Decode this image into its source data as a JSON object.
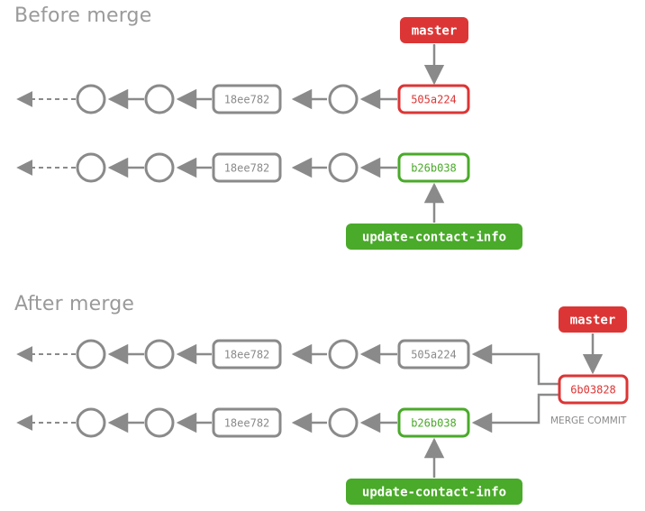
{
  "before": {
    "title": "Before merge",
    "master_label": "master",
    "row1_commit_a": "18ee782",
    "row1_head": "505a224",
    "row2_commit_a": "18ee782",
    "row2_head": "b26b038",
    "branch_label": "update-contact-info"
  },
  "after": {
    "title": "After merge",
    "master_label": "master",
    "row1_commit_a": "18ee782",
    "row1_commit_b": "505a224",
    "row2_commit_a": "18ee782",
    "row2_head": "b26b038",
    "merge_commit": "6b03828",
    "merge_caption": "MERGE COMMIT",
    "branch_label": "update-contact-info"
  },
  "colors": {
    "gray": "#8a8a8a",
    "red": "#dc3535",
    "green": "#4aaa2a"
  }
}
